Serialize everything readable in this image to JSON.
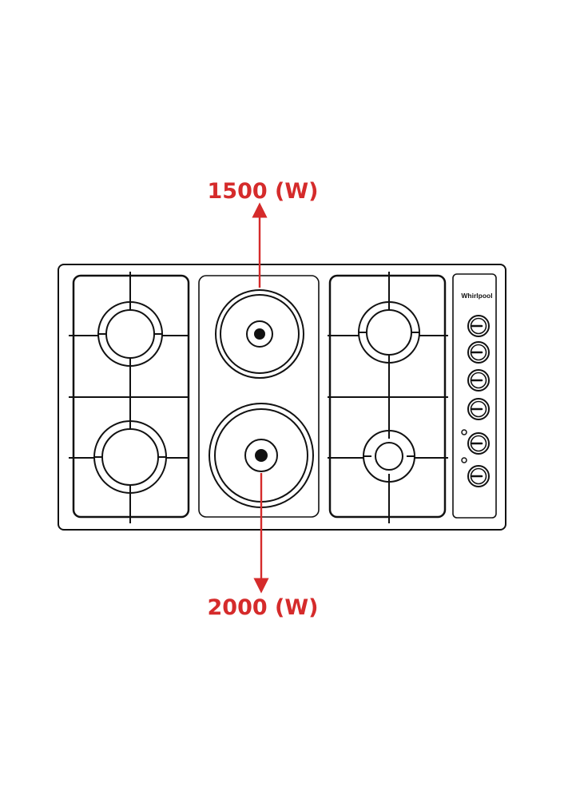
{
  "callouts": {
    "top_power": "1500 (W)",
    "bottom_power": "2000 (W)"
  },
  "brand": "Whirlpool",
  "colors": {
    "accent": "#d52b2b",
    "line": "#111111",
    "background": "#ffffff"
  },
  "icons": {
    "gas_burner": "gas-burner-icon",
    "hotplate": "electric-hotplate-icon",
    "knob": "control-knob-icon",
    "arrow": "arrow-icon"
  }
}
